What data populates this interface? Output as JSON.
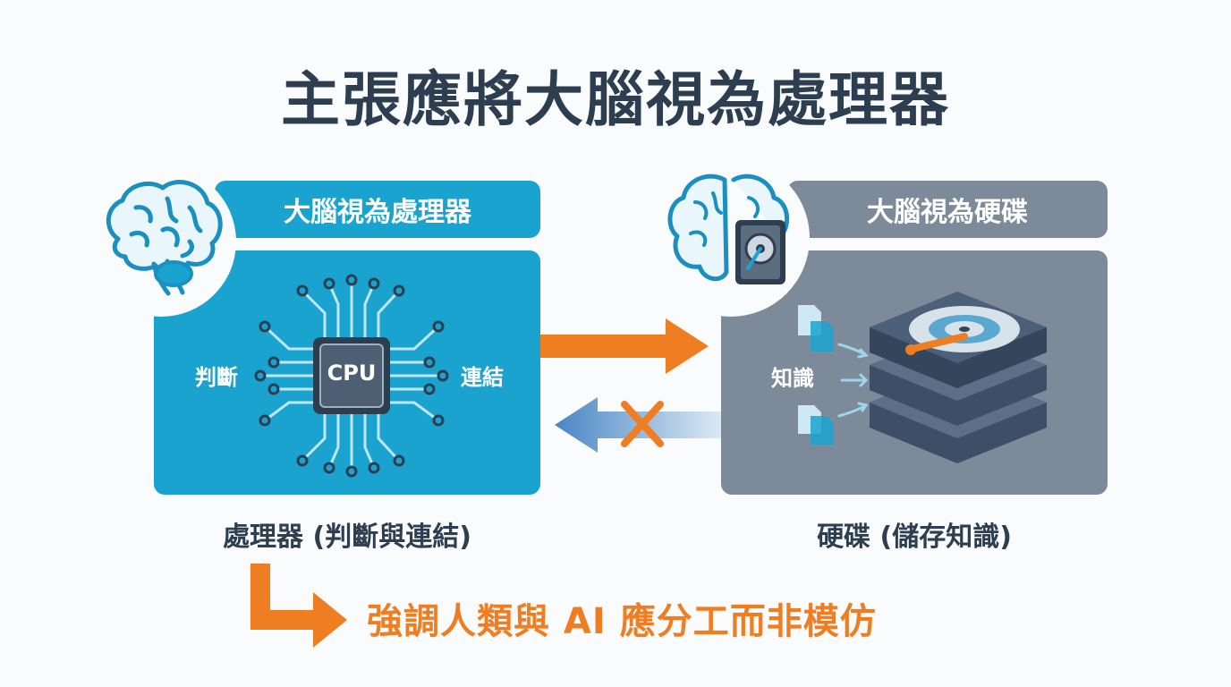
{
  "title": "主張應將大腦視為處理器",
  "left_panel": {
    "header": "大腦視為處理器",
    "chip_label": "CPU",
    "left_label": "判斷",
    "right_label": "連結",
    "caption": "處理器 (判斷與連結)"
  },
  "right_panel": {
    "header": "大腦視為硬碟",
    "label": "知識",
    "caption": "硬碟 (儲存知識)"
  },
  "conclusion": "強調人類與 AI 應分工而非模仿",
  "colors": {
    "processor_blue": "#1aa3cf",
    "disk_gray": "#7d8a99",
    "accent_orange": "#ef7d22",
    "title_dark": "#2c3e50"
  }
}
